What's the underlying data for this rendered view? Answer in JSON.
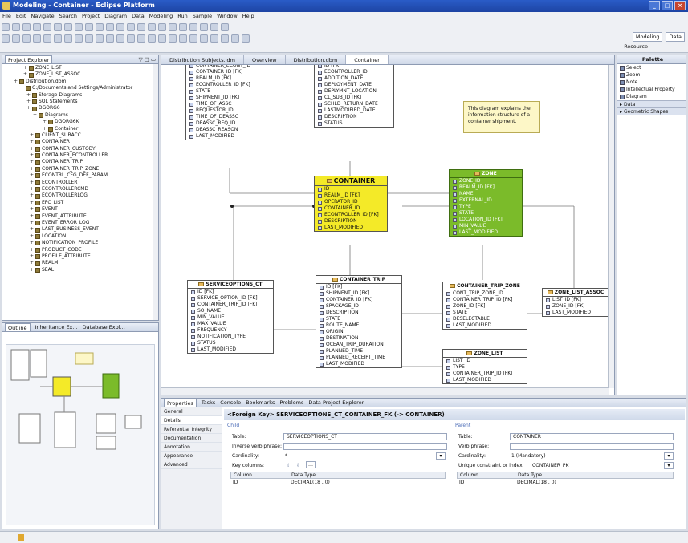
{
  "window": {
    "title": "Modeling - Container - Eclipse Platform"
  },
  "menu": [
    "File",
    "Edit",
    "Navigate",
    "Search",
    "Project",
    "Diagram",
    "Data",
    "Modeling",
    "Run",
    "Sample",
    "Window",
    "Help"
  ],
  "perspectives": {
    "modeling": "Modeling",
    "data": "Data",
    "resource": "Resource"
  },
  "project_explorer": {
    "tab": "Project Explorer",
    "tabs_bottom": [
      "Outline",
      "Inheritance Ex...",
      "Database Expl..."
    ],
    "items": [
      "ZONE_LIST",
      "ZONE_LIST_ASSOC",
      "Distribution.dbm",
      "C:/Documents and Settings/Administrator",
      "Storage Diagrams",
      "SQL Statements",
      "DGORG6",
      "Diagrams",
      "DGORG6K",
      "Container",
      "CLIENT_SUBACC",
      "CONTAINER",
      "CONTAINER_CUSTODY",
      "CONTAINER_ECONTROLLER",
      "CONTAINER_TRIP",
      "CONTAINER_TRIP_ZONE",
      "ECONTRL_CFG_DEF_PARAM",
      "ECONTROLLER",
      "ECONTROLLERCMD",
      "ECONTROLLERLOG",
      "EPC_LIST",
      "EVENT",
      "EVENT_ATTRIBUTE",
      "EVENT_ERROR_LOG",
      "LAST_BUSINESS_EVENT",
      "LOCATION",
      "NOTIFICATION_PROFILE",
      "PRODUCT_CODE",
      "PROFILE_ATTRIBUTE",
      "REALM",
      "SEAL"
    ]
  },
  "editor_tabs": [
    "Distribution Subjects.ldm",
    "Overview",
    "Distribution.dbm",
    "Container"
  ],
  "diagram": {
    "note": "This diagram explains the information structure of a container shipment.",
    "tables": {
      "container_econt": {
        "rows": [
          "CONTAINER_ECONT_ID",
          "CONTAINER_ID [FK]",
          "REALM_ID [FK]",
          "ECONTROLLER_ID [FK]",
          "STATE",
          "SHIPMENT_ID [FK]",
          "TIME_OF_ASSC",
          "REQUESTOR_ID",
          "TIME_OF_DEASSC",
          "DEASSC_REQ_ID",
          "DEASSC_REASON",
          "LAST_MODIFIED"
        ]
      },
      "econtroller": {
        "rows": [
          "ID [FK]",
          "ECONTROLLER_ID",
          "ADDITION_DATE",
          "DEPLOYMENT_DATE",
          "DEPLYMNT_LOCATION",
          "CL_SUB_ID [FK]",
          "SCHLD_RETURN_DATE",
          "LASTMODIFIED_DATE",
          "DESCRIPTION",
          "STATUS"
        ]
      },
      "container": {
        "title": "CONTAINER",
        "rows": [
          "ID",
          "REALM_ID [FK]",
          "OPERATOR_ID",
          "CONTAINER_ID",
          "ECONTROLLER_ID [FK]",
          "DESCRIPTION",
          "LAST_MODIFIED"
        ]
      },
      "zone": {
        "title": "ZONE",
        "rows": [
          "ZONE_ID",
          "REALM_ID [FK]",
          "NAME",
          "EXTERNAL_ID",
          "TYPE",
          "STATE",
          "LOCATION_ID [FK]",
          "MIN_VALUE",
          "LAST_MODIFIED"
        ]
      },
      "serviceoptions_ct": {
        "title": "SERVICEOPTIONS_CT",
        "rows": [
          "ID [FK]",
          "SERVICE_OPTION_ID [FK]",
          "CONTAINER_TRIP_ID [FK]",
          "SO_NAME",
          "MIN_VALUE",
          "MAX_VALUE",
          "FREQUENCY",
          "NOTIFICATION_TYPE",
          "STATUS",
          "LAST_MODIFIED"
        ]
      },
      "container_trip": {
        "title": "CONTAINER_TRIP",
        "rows": [
          "ID [FK]",
          "SHIPMENT_ID [FK]",
          "CONTAINER_ID [FK]",
          "SPACKAGE_ID",
          "DESCRIPTION",
          "STATE",
          "ROUTE_NAME",
          "ORIGIN",
          "DESTINATION",
          "OCEAN_TRIP_DURATION",
          "PLANNED_TIME",
          "PLANNED_RECEIPT_TIME",
          "LAST_MODIFIED"
        ]
      },
      "container_trip_zone": {
        "title": "CONTAINER_TRIP_ZONE",
        "rows": [
          "CONT_TRIP_ZONE_ID",
          "CONTAINER_TRIP_ID [FK]",
          "ZONE_ID [FK]",
          "STATE",
          "DESELECTABLE",
          "LAST_MODIFIED"
        ]
      },
      "zone_list_assoc": {
        "title": "ZONE_LIST_ASSOC",
        "rows": [
          "LIST_ID [FK]",
          "ZONE_ID [FK]",
          "LAST_MODIFIED"
        ]
      },
      "zone_list": {
        "title": "ZONE_LIST",
        "rows": [
          "LIST_ID",
          "TYPE",
          "CONTAINER_TRIP_ID [FK]",
          "LAST_MODIFIED"
        ]
      }
    }
  },
  "palette": {
    "title": "Palette",
    "items": [
      "Select",
      "Zoom",
      "Note",
      "Intellectual Property",
      "Diagram"
    ],
    "sections": [
      "Data",
      "Geometric Shapes"
    ]
  },
  "bottom_tabs": [
    "Properties",
    "Tasks",
    "Console",
    "Bookmarks",
    "Problems",
    "Data Project Explorer"
  ],
  "properties": {
    "categories": [
      "General",
      "Details",
      "Referential Integrity",
      "Documentation",
      "Annotation",
      "Appearance",
      "Advanced"
    ],
    "header": "<Foreign Key> SERVICEOPTIONS_CT_CONTAINER_FK (-> CONTAINER)",
    "child": {
      "section": "Child",
      "table_label": "Table:",
      "table_value": "SERVICEOPTIONS_CT",
      "inverse_label": "Inverse verb phrase:",
      "cardinality_label": "Cardinality:",
      "cardinality_value": "*",
      "keycols_label": "Key columns:",
      "col_header": "Column",
      "type_header": "Data Type",
      "col_value": "ID",
      "type_value": "DECIMAL(18 , 0)"
    },
    "parent": {
      "section": "Parent",
      "table_label": "Table:",
      "table_value": "CONTAINER",
      "verb_label": "Verb phrase:",
      "cardinality_label": "Cardinality:",
      "cardinality_value": "1 (Mandatory)",
      "unique_label": "Unique constraint or index:",
      "unique_value": "CONTAINER_PK",
      "col_header": "Column",
      "type_header": "Data Type",
      "col_value": "ID",
      "type_value": "DECIMAL(18 , 0)"
    }
  }
}
